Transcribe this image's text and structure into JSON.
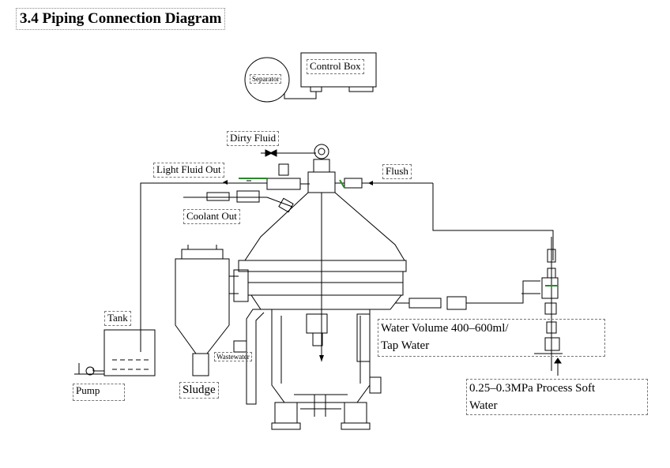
{
  "title": "3.4 Piping Connection Diagram",
  "labels": {
    "control_box": "Control Box",
    "separator": "Separator",
    "dirty_fluid": "Dirty Fluid",
    "light_fluid_out": "Light Fluid Out",
    "flush": "Flush",
    "coolant_out": "Coolant Out",
    "tank": "Tank",
    "pump": "Pump",
    "sludge": "Sludge",
    "wastewater": "Wastewater",
    "water_volume_line1": "Water Volume 400–600ml/",
    "water_volume_line2": "Tap Water",
    "process_water_line1": "0.25–0.3MPa Process Soft",
    "process_water_line2": "Water"
  }
}
